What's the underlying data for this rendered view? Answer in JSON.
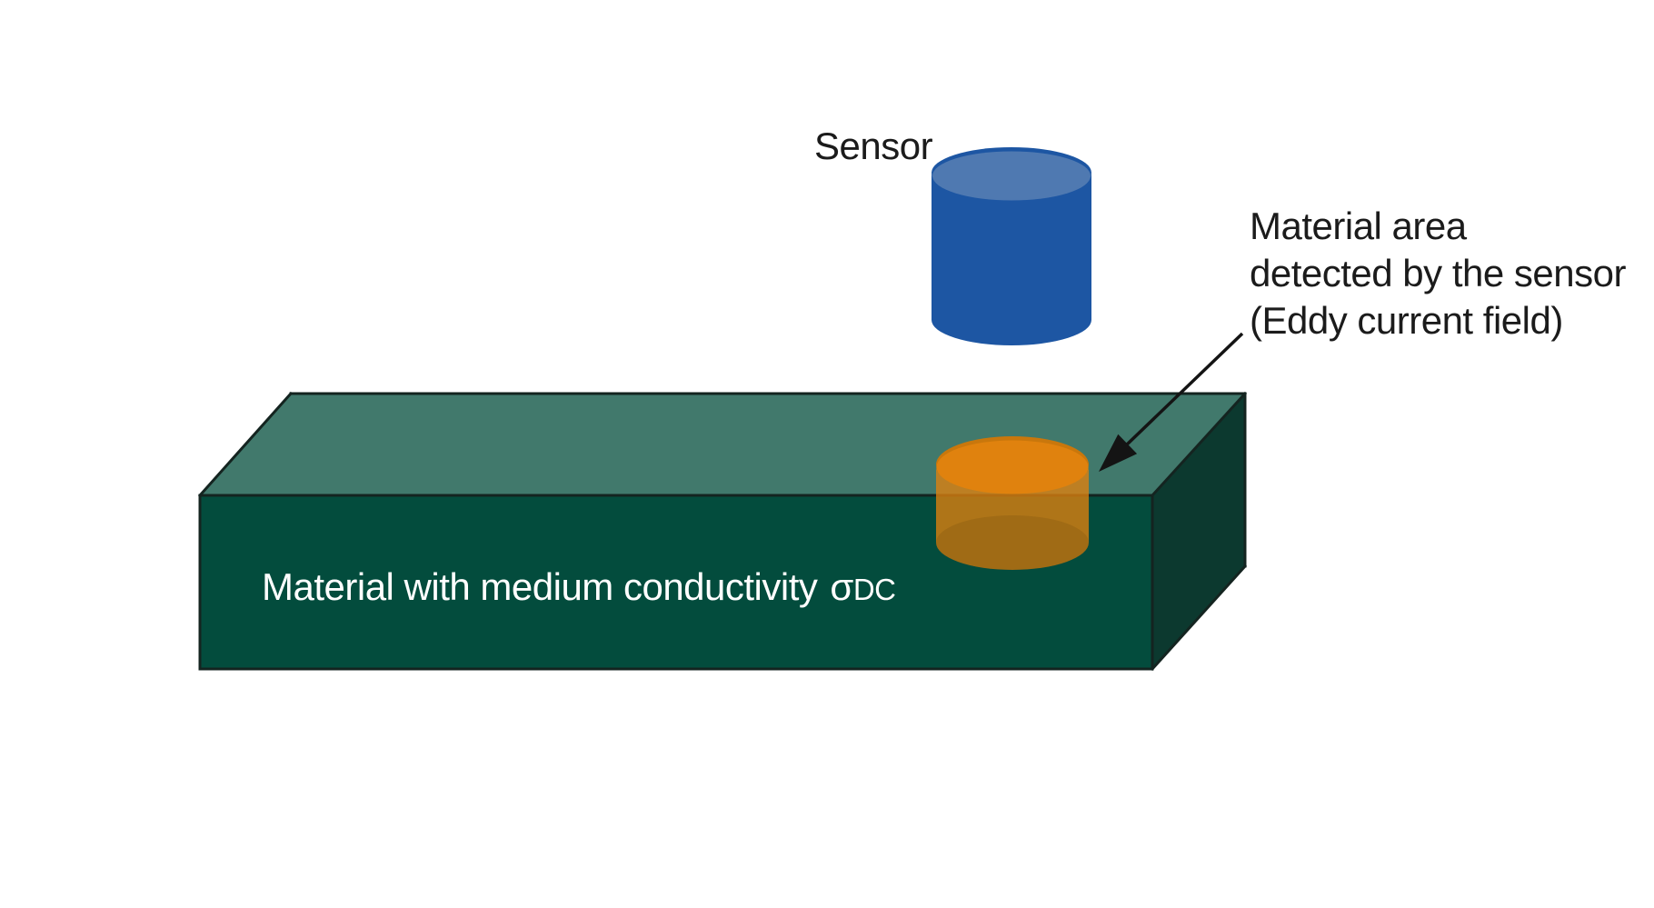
{
  "labels": {
    "sensor": "Sensor",
    "annotation_lines": [
      "Material area",
      "detected by the sensor",
      "(Eddy current field)"
    ],
    "material": "Material with medium conductivity",
    "sigma": "σ",
    "sigma_subscript": "DC"
  },
  "colors": {
    "background": "#FFFFFF",
    "block_top": "#41796C",
    "block_front": "#034C3D",
    "block_side": "#0C392F",
    "edge": "#142420",
    "sensor_body": "#1D56A3",
    "sensor_top": "#4F79B1",
    "eddy_rim": "#C9770C",
    "eddy_top": "#E0820E",
    "eddy_body": "rgba(224,130,14,0.78)",
    "eddy_bottom_shade": "rgba(30,15,0,0.10)",
    "arrow": "#141414",
    "text_dark": "#1B1B1B",
    "text_light": "#FFFFFF"
  }
}
